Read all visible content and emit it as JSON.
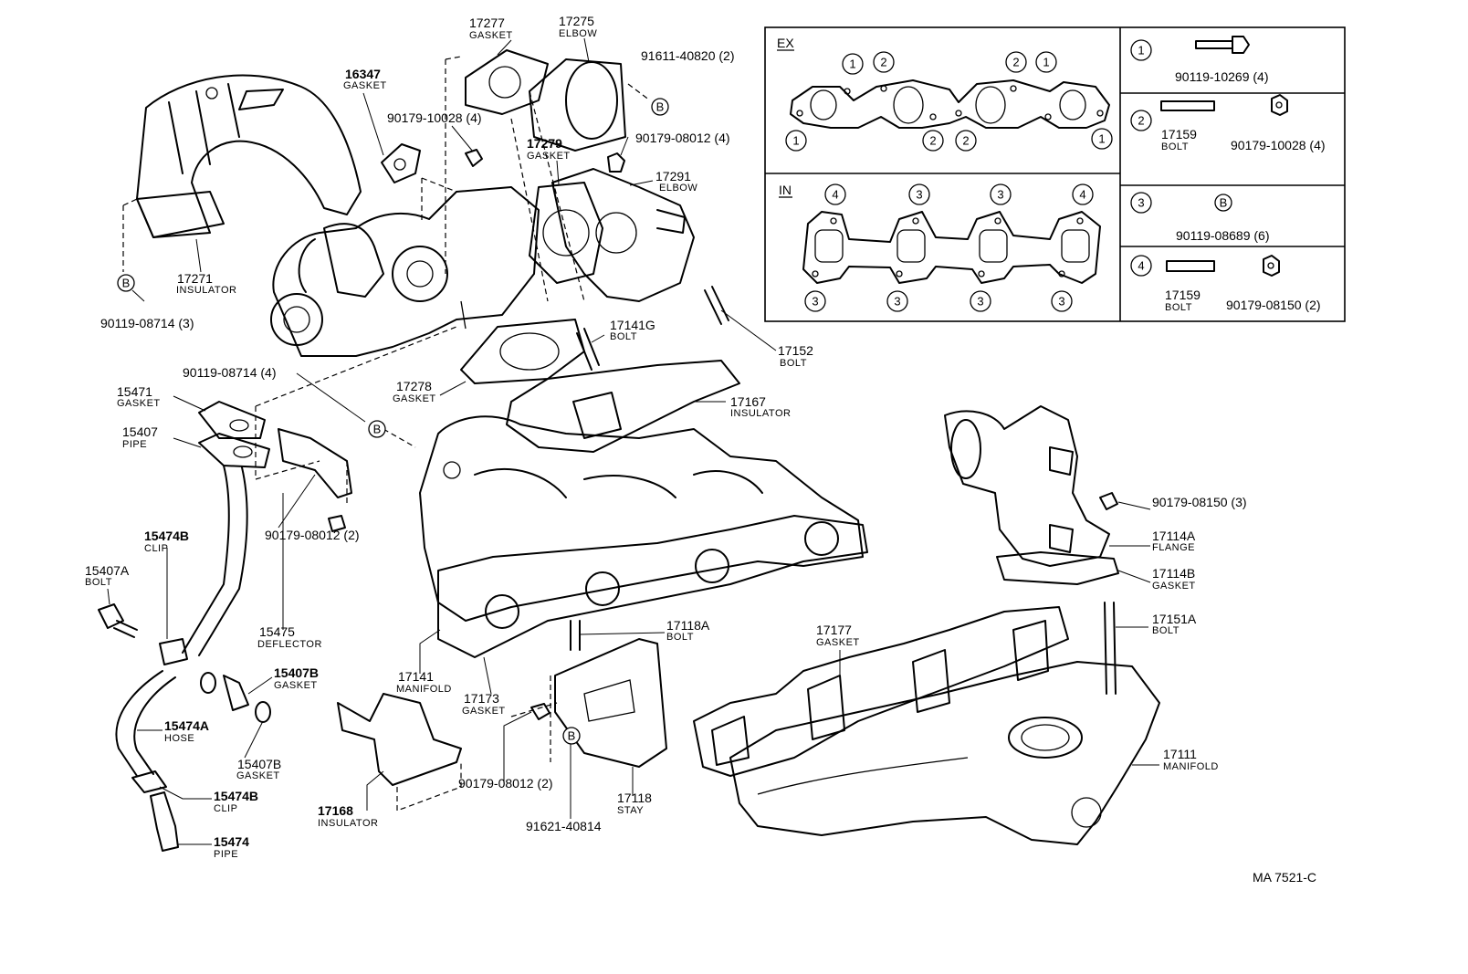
{
  "labels": {
    "p17277": {
      "num": "17277",
      "name": "GASKET"
    },
    "p17275": {
      "num": "17275",
      "name": "ELBOW"
    },
    "p91611": {
      "code": "91611-40820 (2)"
    },
    "p16347": {
      "num": "16347",
      "name": "GASKET"
    },
    "p90179_10028": {
      "code": "90179-10028 (4)"
    },
    "p90179_08012a": {
      "code": "90179-08012 (4)"
    },
    "p17279": {
      "num": "17279",
      "name": "GASKET"
    },
    "p17291": {
      "num": "17291",
      "name": "ELBOW"
    },
    "p17271": {
      "num": "17271",
      "name": "INSULATOR"
    },
    "p90119_08714_3": {
      "code": "90119-08714 (3)"
    },
    "p17141G": {
      "num": "17141G",
      "name": "BOLT"
    },
    "p17152": {
      "num": "17152",
      "name": "BOLT"
    },
    "p90119_08714_4": {
      "code": "90119-08714 (4)"
    },
    "p15471": {
      "num": "15471",
      "name": "GASKET"
    },
    "p15407": {
      "num": "15407",
      "name": "PIPE"
    },
    "p17278": {
      "num": "17278",
      "name": "GASKET"
    },
    "p17167": {
      "num": "17167",
      "name": "INSULATOR"
    },
    "p15474B_top": {
      "num": "15474B",
      "name": "CLIP"
    },
    "p15407A": {
      "num": "15407A",
      "name": "BOLT"
    },
    "p90179_08012b": {
      "code": "90179-08012 (2)"
    },
    "p15475": {
      "num": "15475",
      "name": "DEFLECTOR"
    },
    "p15407B_a": {
      "num": "15407B",
      "name": "GASKET"
    },
    "p15474A": {
      "num": "15474A",
      "name": "HOSE"
    },
    "p15407B_b": {
      "num": "15407B",
      "name": "GASKET"
    },
    "p15474B_bot": {
      "num": "15474B",
      "name": "CLIP"
    },
    "p15474": {
      "num": "15474",
      "name": "PIPE"
    },
    "p17141": {
      "num": "17141",
      "name": "MANIFOLD"
    },
    "p17173": {
      "num": "17173",
      "name": "GASKET"
    },
    "p17118A": {
      "num": "17118A",
      "name": "BOLT"
    },
    "p17168": {
      "num": "17168",
      "name": "INSULATOR"
    },
    "p90179_08012c": {
      "code": "90179-08012 (2)"
    },
    "p17118": {
      "num": "17118",
      "name": "STAY"
    },
    "p91621": {
      "code": "91621-40814"
    },
    "p17177": {
      "num": "17177",
      "name": "GASKET"
    },
    "p17151A": {
      "num": "17151A",
      "name": "BOLT"
    },
    "p17111": {
      "num": "17111",
      "name": "MANIFOLD"
    },
    "p90179_08150_3": {
      "code": "90179-08150 (3)"
    },
    "p17114A": {
      "num": "17114A",
      "name": "FLANGE"
    },
    "p17114B": {
      "num": "17114B",
      "name": "GASKET"
    }
  },
  "markers": {
    "B": "B",
    "one": "1",
    "two": "2",
    "three": "3",
    "four": "4"
  },
  "inset": {
    "ex_title": "EX",
    "in_title": "IN",
    "legend": {
      "r1_code": "90119-10269 (4)",
      "r2_num": "17159",
      "r2_name": "BOLT",
      "r2_code": "90179-10028 (4)",
      "r3_code": "90119-08689 (6)",
      "r4_num": "17159",
      "r4_name": "BOLT",
      "r4_code": "90179-08150 (2)"
    }
  },
  "ref_code": "MA 7521-C"
}
